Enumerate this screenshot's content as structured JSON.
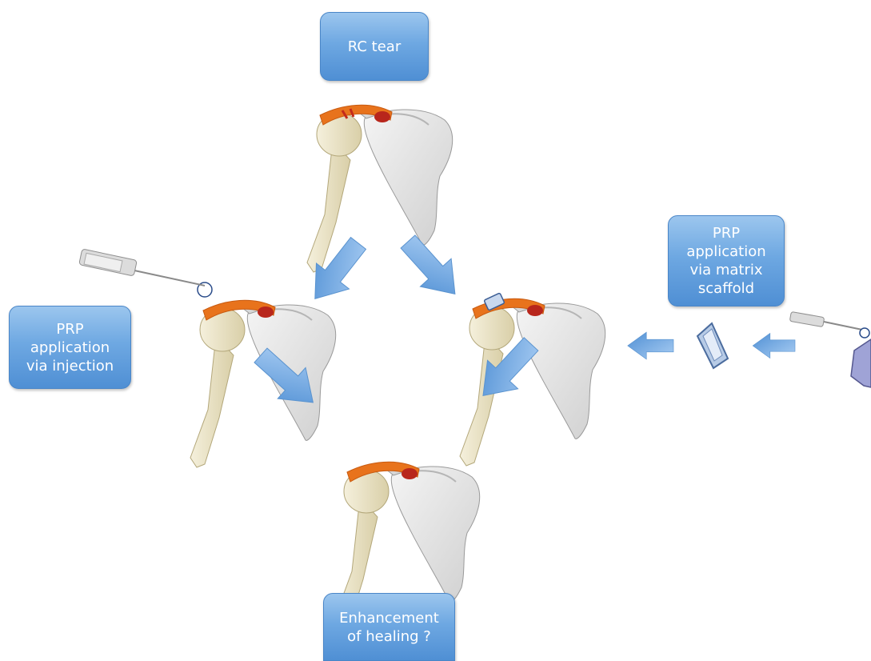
{
  "boxes": {
    "rc_tear": "RC tear",
    "prp_injection": "PRP\napplication\nvia injection",
    "prp_scaffold": "PRP\napplication\nvia matrix\nscaffold",
    "enhancement": "Enhancement\nof healing ?"
  },
  "colors": {
    "box_blue": "#5b9bd8",
    "arrow_blue": "#6fa6e0",
    "tendon_orange": "#e8731c",
    "bone": "#ece5c9",
    "scapula": "#e6e6e6"
  }
}
